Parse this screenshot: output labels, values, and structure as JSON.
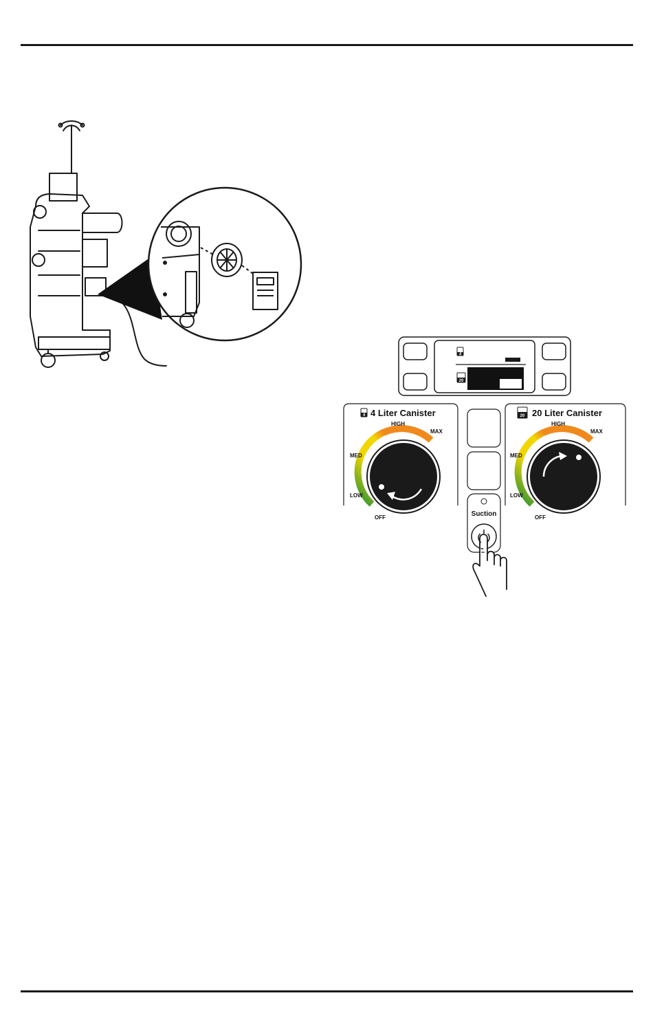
{
  "panel": {
    "left_dial": {
      "title": "4 Liter Canister",
      "badge": "4",
      "labels": {
        "high": "HIGH",
        "max": "MAX",
        "med": "MED",
        "low": "LOW",
        "off": "OFF"
      }
    },
    "right_dial": {
      "title": "20 Liter Canister",
      "badge": "20",
      "labels": {
        "high": "HIGH",
        "max": "MAX",
        "med": "MED",
        "low": "LOW",
        "off": "OFF"
      }
    },
    "display": {
      "badge_top": "4",
      "badge_bottom": "20"
    },
    "suction_button": {
      "label": "Suction"
    }
  },
  "colors": {
    "gauge_green": "#1f8f3a",
    "gauge_yellow": "#f2d600",
    "gauge_orange": "#f08a1c",
    "ink": "#1a1a1a"
  }
}
